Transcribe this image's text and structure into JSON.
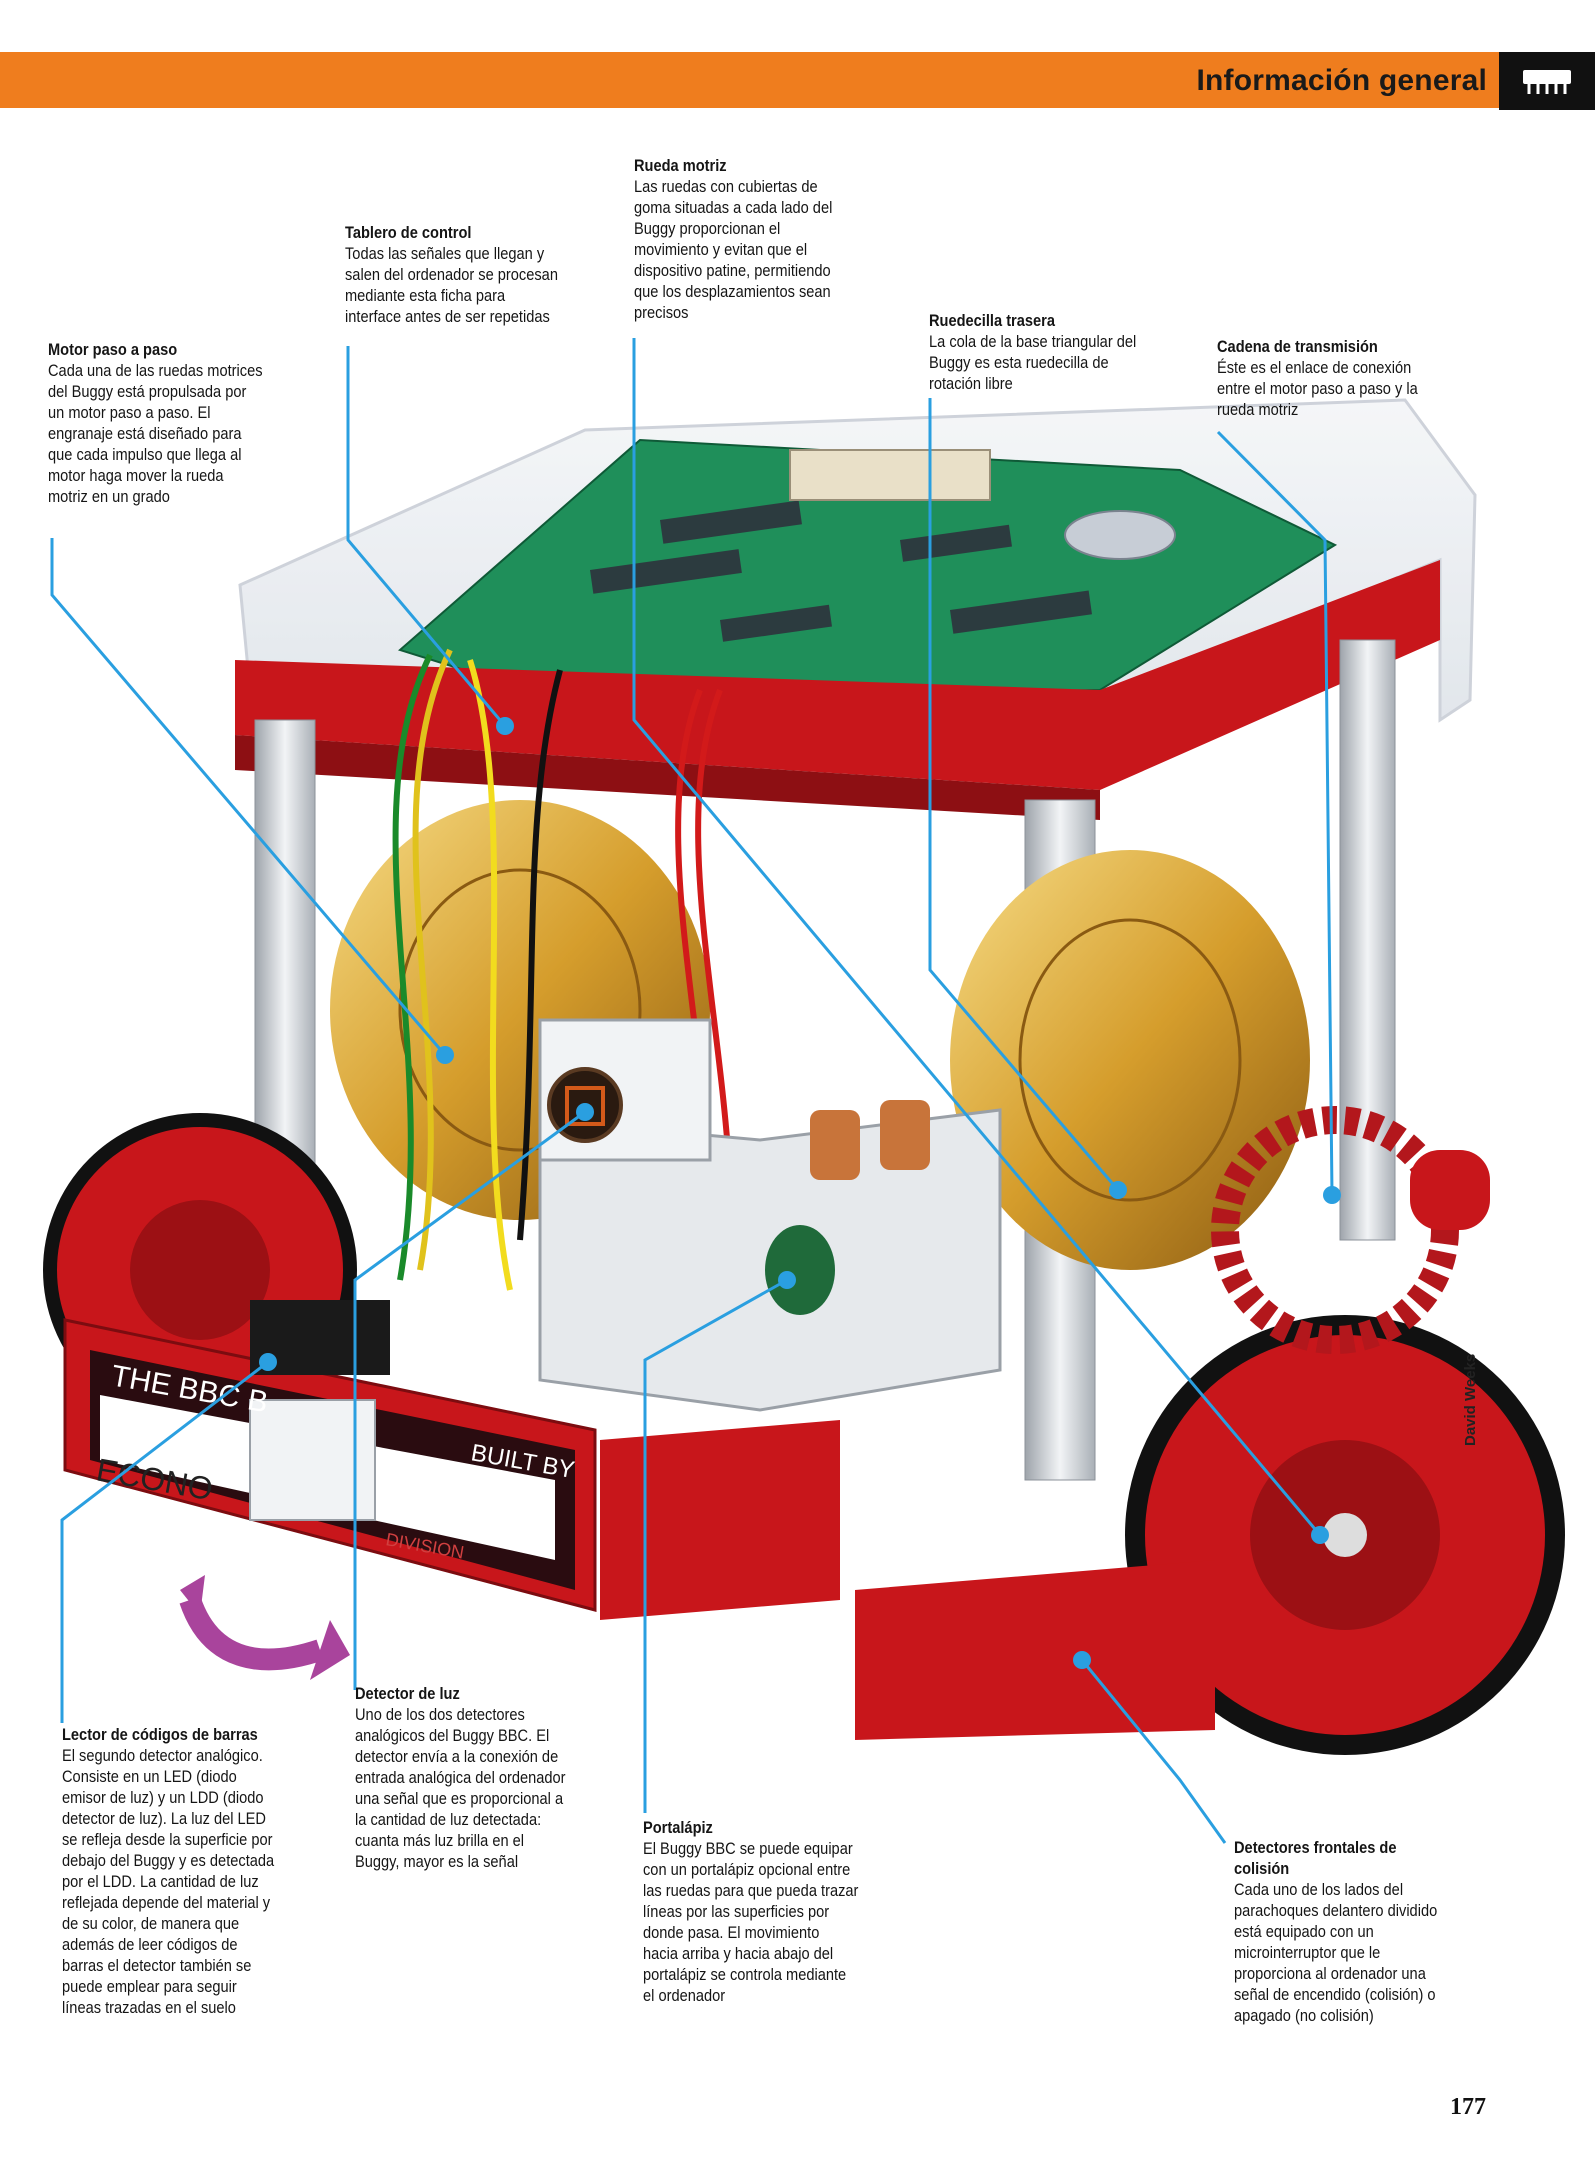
{
  "header": {
    "title": "Información general",
    "icon": "computer-chip-icon"
  },
  "callouts": {
    "motor": {
      "title": "Motor paso a paso",
      "text": "Cada una de las ruedas motrices\ndel Buggy está propulsada por\nun motor paso a paso. El\nengranaje está diseñado para\nque cada impulso que llega al\nmotor haga mover la rueda\nmotriz en un grado"
    },
    "tablero": {
      "title": "Tablero de control",
      "text": "Todas las señales que llegan y\nsalen del ordenador se procesan\nmediante esta ficha para\ninterface antes de ser repetidas"
    },
    "rueda": {
      "title": "Rueda motriz",
      "text": "Las ruedas con cubiertas de\ngoma situadas a cada lado del\nBuggy proporcionan el\nmovimiento y evitan que el\ndispositivo patine, permitiendo\nque los desplazamientos sean\nprecisos"
    },
    "ruedecilla": {
      "title": "Ruedecilla trasera",
      "text": "La cola de la base triangular del\nBuggy es esta ruedecilla de\nrotación libre"
    },
    "cadena": {
      "title": "Cadena de transmisión",
      "text": "Éste es el enlace de conexión\nentre el motor paso a paso y la\nrueda motriz"
    },
    "lector": {
      "title": "Lector de códigos de barras",
      "text": "El segundo detector analógico.\nConsiste en un LED (diodo\nemisor de luz) y un LDD (diodo\ndetector de luz). La luz del LED\nse refleja desde la superficie por\ndebajo del Buggy y es detectada\npor el LDD. La cantidad de luz\nreflejada depende del material y\nde su color, de manera que\nademás de leer códigos de\nbarras el detector también se\npuede emplear para seguir\nlíneas trazadas en el suelo"
    },
    "detector": {
      "title": "Detector de luz",
      "text": "Uno de los dos detectores\nanalógicos del Buggy BBC. El\ndetector envía a la conexión de\nentrada analógica del ordenador\nuna señal que es proporcional a\nla cantidad de luz detectada:\ncuanta más luz brilla en el\nBuggy, mayor es la señal"
    },
    "portalapiz": {
      "title": "Portalápiz",
      "text": "El Buggy BBC se puede equipar\ncon un portalápiz opcional entre\nlas ruedas para que pueda trazar\nlíneas por las superficies por\ndonde pasa. El movimiento\nhacia arriba y hacia abajo del\nportalápiz se controla mediante\nel ordenador"
    },
    "frontales": {
      "title": "Detectores frontales de\ncolisión",
      "text": "Cada uno de los lados del\nparachoques delantero dividido\nestá equipado con un\nmicrointerruptor que le\nproporciona al ordenador una\nseñal de encendido (colisión) o\napagado (no colisión)"
    }
  },
  "illustration": {
    "plate_line1": "THE BBC B",
    "plate_line2": "BUILT BY",
    "plate_line3": "ECONO",
    "plate_line4": "DIVISION",
    "credit": "David Weeks"
  },
  "page_number": "177",
  "colors": {
    "header": "#ef7d1e",
    "leader": "#2a9fe0",
    "chassis_red": "#c8161b",
    "board_green": "#1f8f5a",
    "motor_gold": "#d9a536"
  }
}
